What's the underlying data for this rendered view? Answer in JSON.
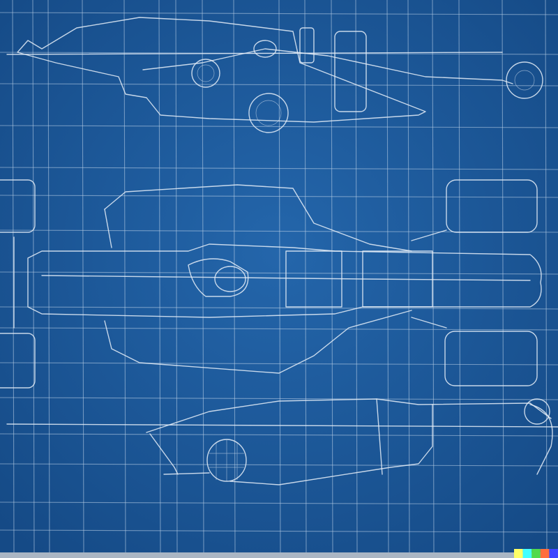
{
  "colors": {
    "background": "#1b5597",
    "background_center": "#2466ab",
    "grid": "#b9cfe6",
    "sketch_lines": "#e6eef8",
    "bottom_strip": "#aab6c4"
  },
  "watermark": {
    "colors": [
      "#ffff66",
      "#42ffff",
      "#51da4c",
      "#ff6e3c",
      "#3c46ff"
    ]
  },
  "drawings": [
    "side-view-top",
    "top-view-center",
    "side-view-bottom"
  ]
}
